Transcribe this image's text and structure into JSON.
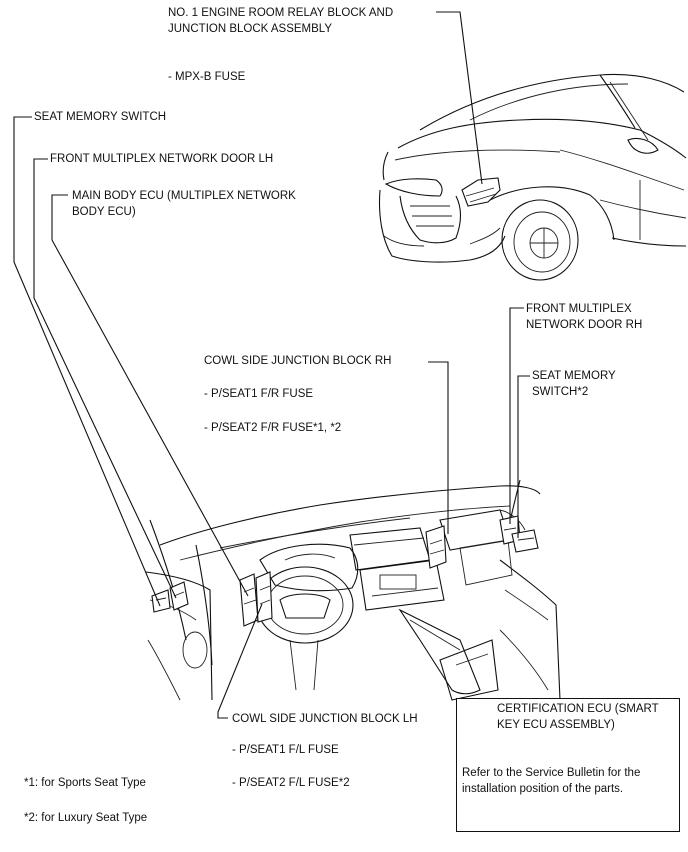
{
  "labels": {
    "engine_relay_block": "NO. 1 ENGINE ROOM RELAY BLOCK AND\nJUNCTION BLOCK ASSEMBLY",
    "mpx_b_fuse": "- MPX-B FUSE",
    "seat_memory_switch_lh": "SEAT MEMORY SWITCH",
    "front_multiplex_door_lh": "FRONT MULTIPLEX NETWORK DOOR LH",
    "main_body_ecu": "MAIN BODY ECU (MULTIPLEX NETWORK\nBODY ECU)",
    "front_multiplex_door_rh": "FRONT MULTIPLEX\nNETWORK DOOR RH",
    "cowl_side_rh": "COWL SIDE JUNCTION BLOCK RH",
    "pseat1_fr_fuse": "- P/SEAT1 F/R FUSE",
    "pseat2_fr_fuse": "- P/SEAT2 F/R FUSE*1, *2",
    "seat_memory_switch_rh": "SEAT MEMORY\nSWITCH*2",
    "cowl_side_lh": "COWL SIDE JUNCTION BLOCK LH",
    "pseat1_fl_fuse": "- P/SEAT1 F/L FUSE",
    "pseat2_fl_fuse": "- P/SEAT2 F/L FUSE*2",
    "certification_ecu": "CERTIFICATION ECU (SMART\nKEY ECU ASSEMBLY)",
    "service_bulletin_note": "Refer to the Service Bulletin for the\ninstallation position of the parts."
  },
  "footnotes": {
    "note1": "*1: for Sports Seat Type",
    "note2": "*2: for Luxury Seat Type"
  }
}
